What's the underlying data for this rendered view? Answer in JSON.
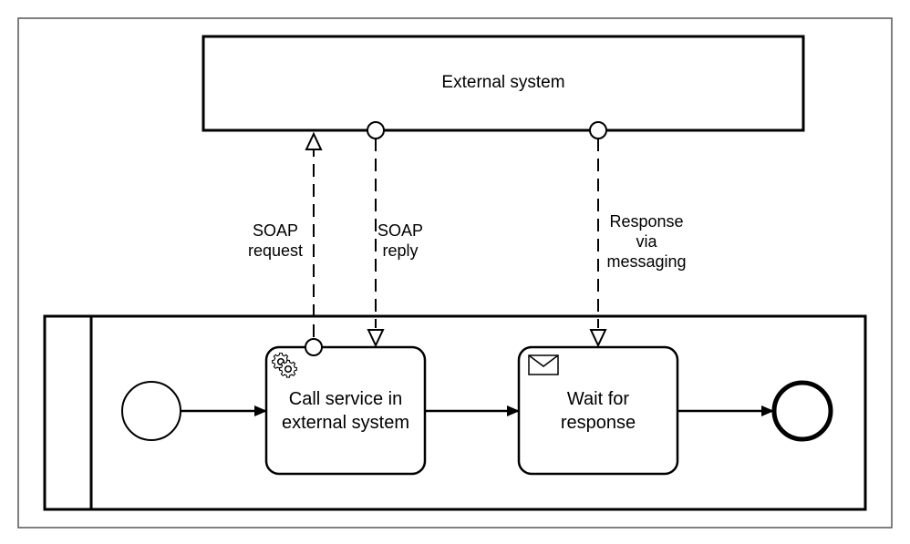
{
  "external_pool": {
    "label": "External system"
  },
  "flows": {
    "soap_request": {
      "label": "SOAP\nrequest"
    },
    "soap_reply": {
      "label": "SOAP\nreply"
    },
    "response_messaging": {
      "label": "Response\nvia\nmessaging"
    }
  },
  "tasks": {
    "call_service": {
      "label": "Call service in\nexternal system",
      "icon": "gears-icon"
    },
    "wait_response": {
      "label": "Wait for\nresponse",
      "icon": "envelope-icon"
    }
  },
  "colors": {
    "stroke": "#000000",
    "fill": "#ffffff",
    "frame": "#555555"
  }
}
